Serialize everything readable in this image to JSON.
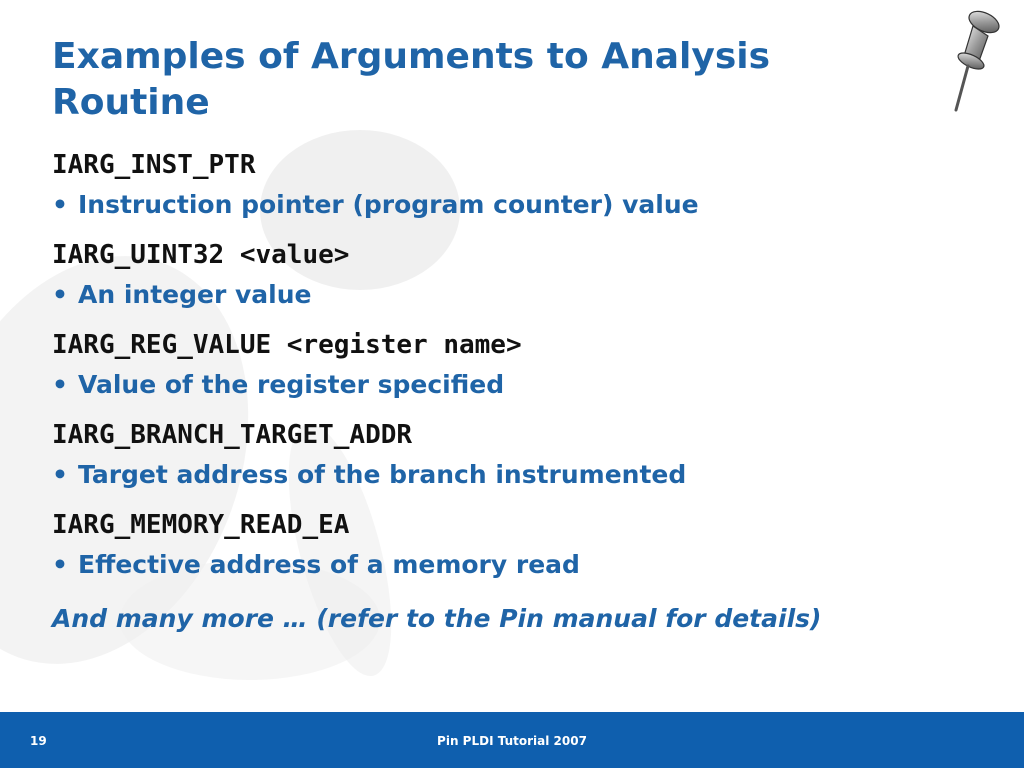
{
  "slide": {
    "title": "Examples of Arguments to Analysis Routine",
    "items": [
      {
        "code": "IARG_INST_PTR",
        "desc": "Instruction pointer (program counter) value"
      },
      {
        "code": "IARG_UINT32 <value>",
        "desc": "An integer value"
      },
      {
        "code": "IARG_REG_VALUE <register name>",
        "desc": "Value of the register specified"
      },
      {
        "code": "IARG_BRANCH_TARGET_ADDR",
        "desc": "Target address of the branch instrumented"
      },
      {
        "code": "IARG_MEMORY_READ_EA",
        "desc": "Effective address of a memory read"
      }
    ],
    "bullet_glyph": "•",
    "footnote": "And many more … (refer to the Pin manual for details)"
  },
  "footer": {
    "page_number": "19",
    "text": "Pin PLDI Tutorial 2007"
  },
  "colors": {
    "accent": "#1f64a7",
    "footer_bg": "#0f5fae"
  },
  "icons": {
    "decoration": "pushpin-icon"
  }
}
